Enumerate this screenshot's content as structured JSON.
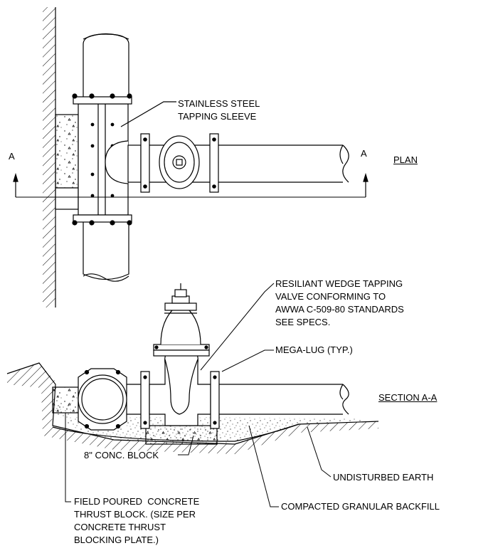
{
  "plan": {
    "title": "PLAN",
    "section_mark_left": "A",
    "section_mark_right": "A",
    "sleeve_note": [
      "STAINLESS STEEL",
      "TAPPING SLEEVE"
    ]
  },
  "section": {
    "title": "SECTION A-A",
    "valve_note": [
      "RESILIANT WEDGE TAPPING",
      "VALVE CONFORMING TO",
      "AWWA C-509-80 STANDARDS",
      "SEE SPECS."
    ],
    "megalug_note": "MEGA-LUG (TYP.)",
    "block_note": "8\" CONC. BLOCK",
    "earth_note": "UNDISTURBED EARTH",
    "thrust_note": [
      "FIELD POURED  CONCRETE",
      "THRUST BLOCK. (SIZE PER",
      "CONCRETE THRUST",
      "BLOCKING PLATE.)"
    ],
    "backfill_note": "COMPACTED GRANULAR BACKFILL"
  },
  "colors": {
    "line": "#000000",
    "background": "#ffffff"
  }
}
